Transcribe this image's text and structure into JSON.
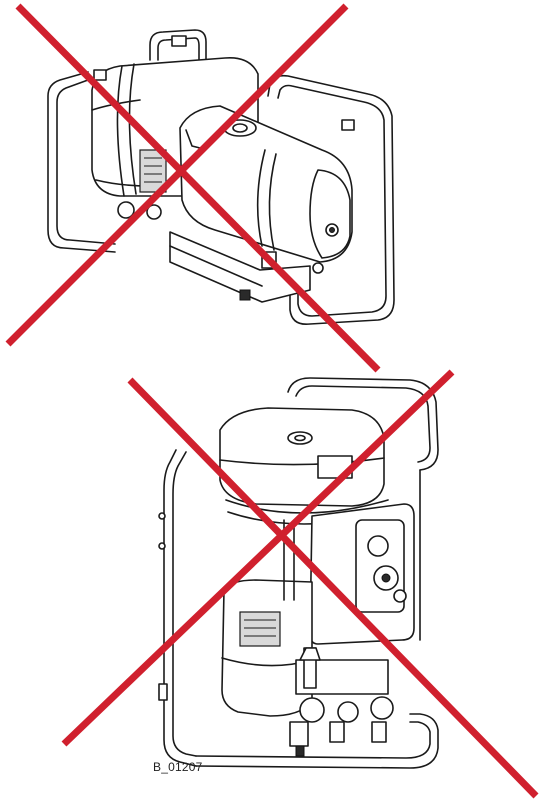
{
  "figure": {
    "caption": "B_01207",
    "prohibition_color": "#d0202e"
  },
  "panels": [
    {
      "name": "horizontal-orientation",
      "status": "prohibited"
    },
    {
      "name": "upright-orientation",
      "status": "prohibited"
    }
  ]
}
